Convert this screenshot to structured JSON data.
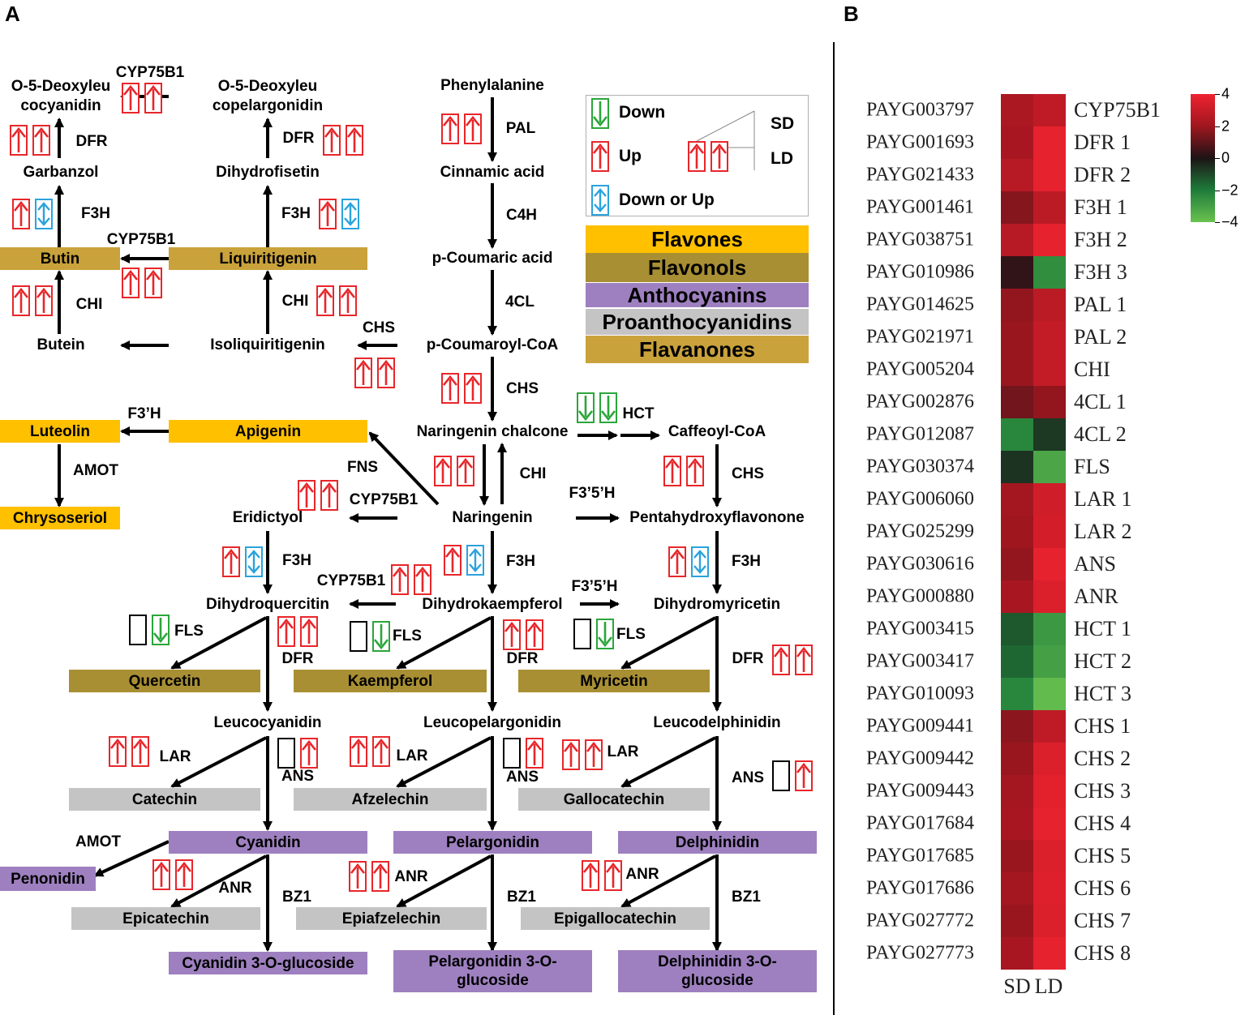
{
  "panels": {
    "a": "A",
    "b": "B"
  },
  "compounds": {
    "o5_deoxy_cyanidin": "O-5-Deoxyleu\ncocyanidin",
    "o5_deoxy_pelargonidin": "O-5-Deoxyleu\ncopelargonidin",
    "phenylalanine": "Phenylalanine",
    "garbanzol": "Garbanzol",
    "dihydrofisetin": "Dihydrofisetin",
    "cinnamic_acid": "Cinnamic acid",
    "butin": "Butin",
    "liquiritigenin": "Liquiritigenin",
    "p_coumaric_acid": "p-Coumaric acid",
    "butein": "Butein",
    "isoliquiritigenin": "Isoliquiritigenin",
    "p_coumaroyl_coa": "p-Coumaroyl-CoA",
    "luteolin": "Luteolin",
    "apigenin": "Apigenin",
    "naringenin_chalcone": "Naringenin chalcone",
    "caffeoyl_coa": "Caffeoyl-CoA",
    "chrysoseriol": "Chrysoseriol",
    "eridictyol": "Eridictyol",
    "naringenin": "Naringenin",
    "pentahydroxyflavonone": "Pentahydroxyflavonone",
    "dihydroquercitin": "Dihydroquercitin",
    "dihydrokaempferol": "Dihydrokaempferol",
    "dihydromyricetin": "Dihydromyricetin",
    "quercetin": "Quercetin",
    "kaempferol": "Kaempferol",
    "myricetin": "Myricetin",
    "leucocyanidin": "Leucocyanidin",
    "leucopelargonidin": "Leucopelargonidin",
    "leucodelphinidin": "Leucodelphinidin",
    "catechin": "Catechin",
    "afzelechin": "Afzelechin",
    "gallocatechin": "Gallocatechin",
    "cyanidin": "Cyanidin",
    "pelargonidin": "Pelargonidin",
    "delphinidin": "Delphinidin",
    "penonidin": "Penonidin",
    "epicatechin": "Epicatechin",
    "epiafzelechin": "Epiafzelechin",
    "epigallocatechin": "Epigallocatechin",
    "cyanidin_3g": "Cyanidin 3-O-glucoside",
    "pelargonidin_3g": "Pelargonidin 3-O-\nglucoside",
    "delphinidin_3g": "Delphinidin 3-O-\nglucoside"
  },
  "enzymes": {
    "cyp75b1_top": "CYP75B1",
    "dfr_1": "DFR",
    "dfr_2": "DFR",
    "pal": "PAL",
    "f3h_1": "F3H",
    "f3h_2": "F3H",
    "c4h": "C4H",
    "cyp75b1_mid": "CYP75B1",
    "chi_1": "CHI",
    "chi_2": "CHI",
    "cl4": "4CL",
    "chs_1": "CHS",
    "chs_2": "CHS",
    "hct": "HCT",
    "f3ph": "F3’H",
    "fns": "FNS",
    "chi_3": "CHI",
    "chs_3": "CHS",
    "amot_1": "AMOT",
    "cyp75b1_low": "CYP75B1",
    "f3p5ph_1": "F3’5’H",
    "f3h_3": "F3H",
    "f3h_4": "F3H",
    "f3h_5": "F3H",
    "cyp75b1_dk": "CYP75B1",
    "f3p5ph_2": "F3’5’H",
    "fls_1": "FLS",
    "fls_2": "FLS",
    "fls_3": "FLS",
    "dfr_3": "DFR",
    "dfr_4": "DFR",
    "dfr_5": "DFR",
    "lar_1": "LAR",
    "lar_2": "LAR",
    "lar_3": "LAR",
    "ans_1": "ANS",
    "ans_2": "ANS",
    "ans_3": "ANS",
    "amot_2": "AMOT",
    "anr_1": "ANR",
    "anr_2": "ANR",
    "anr_3": "ANR",
    "bz1_1": "BZ1",
    "bz1_2": "BZ1",
    "bz1_3": "BZ1"
  },
  "legend": {
    "down": "Down",
    "up": "Up",
    "down_or_up": "Down or Up",
    "sd": "SD",
    "ld": "LD",
    "classes": [
      "Flavones",
      "Flavonols",
      "Anthocyanins",
      "Proanthocyanidins",
      "Flavanones"
    ],
    "colors": {
      "down": "#2aa63a",
      "up": "#e8262a",
      "either": "#2aa3dc"
    }
  },
  "heatmap": {
    "columns": [
      "SD",
      "LD"
    ],
    "scale": {
      "min": -4,
      "max": 4,
      "ticks": [
        "4",
        "2",
        "0",
        "−2",
        "−4"
      ]
    },
    "rows": [
      {
        "id": "PAYG003797",
        "gene": "CYP75B1",
        "sd": 2.3,
        "ld": 2.8
      },
      {
        "id": "PAYG001693",
        "gene": "DFR 1",
        "sd": 2.2,
        "ld": 3.8
      },
      {
        "id": "PAYG021433",
        "gene": "DFR 2",
        "sd": 2.6,
        "ld": 3.8
      },
      {
        "id": "PAYG001461",
        "gene": "F3H 1",
        "sd": 1.6,
        "ld": 2.7
      },
      {
        "id": "PAYG038751",
        "gene": "F3H 2",
        "sd": 2.6,
        "ld": 3.8
      },
      {
        "id": "PAYG010986",
        "gene": "F3H 3",
        "sd": 0.3,
        "ld": -2.5
      },
      {
        "id": "PAYG014625",
        "gene": "PAL 1",
        "sd": 1.8,
        "ld": 2.7
      },
      {
        "id": "PAYG021971",
        "gene": "PAL 2",
        "sd": 1.9,
        "ld": 2.9
      },
      {
        "id": "PAYG005204",
        "gene": "CHI",
        "sd": 1.9,
        "ld": 2.9
      },
      {
        "id": "PAYG002876",
        "gene": "4CL 1",
        "sd": 1.3,
        "ld": 1.8
      },
      {
        "id": "PAYG012087",
        "gene": "4CL 2",
        "sd": -2.3,
        "ld": -0.7
      },
      {
        "id": "PAYG030374",
        "gene": "FLS",
        "sd": -0.6,
        "ld": -3.2
      },
      {
        "id": "PAYG006060",
        "gene": "LAR 1",
        "sd": 2.1,
        "ld": 3.2
      },
      {
        "id": "PAYG025299",
        "gene": "LAR 2",
        "sd": 2.0,
        "ld": 3.3
      },
      {
        "id": "PAYG030616",
        "gene": "ANS",
        "sd": 1.8,
        "ld": 3.8
      },
      {
        "id": "PAYG000880",
        "gene": "ANR",
        "sd": 2.2,
        "ld": 3.5
      },
      {
        "id": "PAYG003415",
        "gene": "HCT 1",
        "sd": -1.3,
        "ld": -2.8
      },
      {
        "id": "PAYG003417",
        "gene": "HCT 2",
        "sd": -1.6,
        "ld": -3.0
      },
      {
        "id": "PAYG010093",
        "gene": "HCT 3",
        "sd": -2.3,
        "ld": -3.8
      },
      {
        "id": "PAYG009441",
        "gene": "CHS 1",
        "sd": 1.7,
        "ld": 2.8
      },
      {
        "id": "PAYG009442",
        "gene": "CHS 2",
        "sd": 1.9,
        "ld": 3.5
      },
      {
        "id": "PAYG009443",
        "gene": "CHS 3",
        "sd": 2.1,
        "ld": 3.7
      },
      {
        "id": "PAYG017684",
        "gene": "CHS 4",
        "sd": 2.2,
        "ld": 3.8
      },
      {
        "id": "PAYG017685",
        "gene": "CHS 5",
        "sd": 1.9,
        "ld": 3.5
      },
      {
        "id": "PAYG017686",
        "gene": "CHS 6",
        "sd": 2.1,
        "ld": 3.6
      },
      {
        "id": "PAYG027772",
        "gene": "CHS 7",
        "sd": 1.9,
        "ld": 3.5
      },
      {
        "id": "PAYG027773",
        "gene": "CHS 8",
        "sd": 2.2,
        "ld": 3.8
      }
    ]
  }
}
